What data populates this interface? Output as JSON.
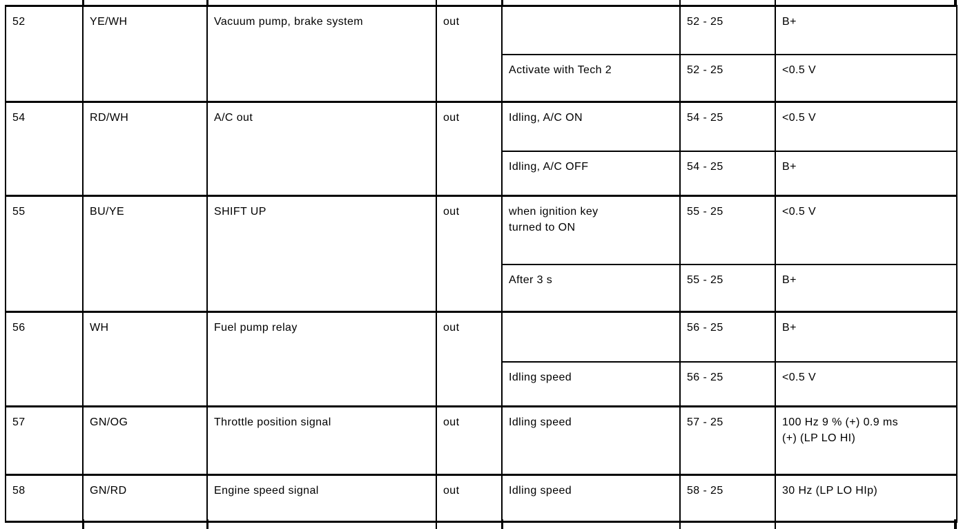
{
  "colors": {
    "border": "#000000",
    "background": "#ffffff",
    "text": "#000000"
  },
  "table": {
    "rows": [
      {
        "pin": "52",
        "wire": "YE/WH",
        "function": "Vacuum pump, brake system",
        "direction": "out",
        "subs": [
          {
            "condition": "",
            "points": "52 - 25",
            "value": "B+"
          },
          {
            "condition": "Activate with Tech 2",
            "points": "52 - 25",
            "value": "<0.5 V"
          }
        ]
      },
      {
        "pin": "54",
        "wire": "RD/WH",
        "function": "A/C out",
        "direction": "out",
        "subs": [
          {
            "condition": "Idling, A/C ON",
            "points": "54 - 25",
            "value": "<0.5 V"
          },
          {
            "condition": "Idling, A/C OFF",
            "points": "54 - 25",
            "value": "B+"
          }
        ]
      },
      {
        "pin": "55",
        "wire": "BU/YE",
        "function": "SHIFT UP",
        "direction": "out",
        "subs": [
          {
            "condition": "when ignition key\nturned to ON",
            "points": "55 - 25",
            "value": "<0.5 V"
          },
          {
            "condition": "After 3 s",
            "points": "55 - 25",
            "value": "B+"
          }
        ]
      },
      {
        "pin": "56",
        "wire": "WH",
        "function": "Fuel pump relay",
        "direction": "out",
        "subs": [
          {
            "condition": "",
            "points": "56 - 25",
            "value": "B+"
          },
          {
            "condition": "Idling speed",
            "points": "56 - 25",
            "value": "<0.5 V"
          }
        ]
      },
      {
        "pin": "57",
        "wire": "GN/OG",
        "function": "Throttle position signal",
        "direction": "out",
        "subs": [
          {
            "condition": "Idling speed",
            "points": "57 - 25",
            "value": "100 Hz 9 % (+) 0.9 ms\n(+) (LP LO HI)"
          }
        ]
      },
      {
        "pin": "58",
        "wire": "GN/RD",
        "function": "Engine speed signal",
        "direction": "out",
        "subs": [
          {
            "condition": "Idling speed",
            "points": "58 - 25",
            "value": "30 Hz (LP LO HIp)"
          }
        ]
      }
    ]
  }
}
